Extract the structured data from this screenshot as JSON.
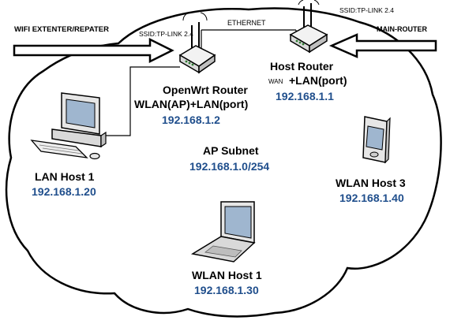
{
  "annotations": {
    "wifi_extender": "WIFI EXTENTER/REPATER",
    "main_router": "MAIN-ROUTER",
    "ethernet": "ETHERNET",
    "ssid_left": "SSID:TP-LINK 2.4",
    "ssid_right": "SSID:TP-LINK 2.4",
    "wan": "WAN"
  },
  "nodes": {
    "openwrt_router": {
      "name": "OpenWrt Router",
      "role": "WLAN(AP)+LAN(port)",
      "ip": "192.168.1.2"
    },
    "host_router": {
      "name": "Host Router",
      "role": "+LAN(port)",
      "ip": "192.168.1.1"
    },
    "lan_host_1": {
      "name": "LAN Host 1",
      "ip": "192.168.1.20"
    },
    "wlan_host_1": {
      "name": "WLAN Host 1",
      "ip": "192.168.1.30"
    },
    "wlan_host_3": {
      "name": "WLAN Host 3",
      "ip": "192.168.1.40"
    }
  },
  "subnet": {
    "name": "AP Subnet",
    "range": "192.168.1.0/254"
  },
  "colors": {
    "ip_text": "#1f4e8c",
    "outline": "#000000",
    "background": "#ffffff"
  }
}
